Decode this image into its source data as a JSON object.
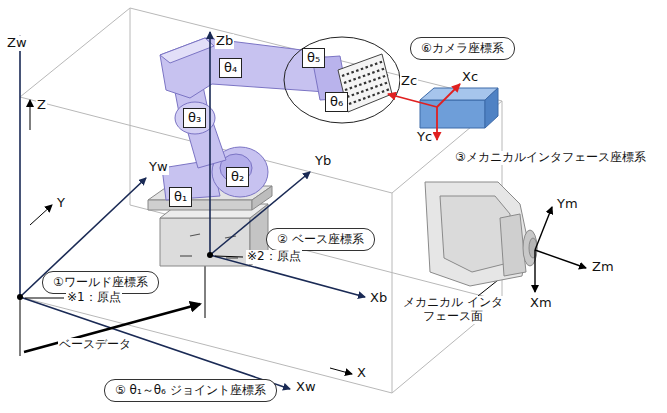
{
  "diagram": {
    "nodes": [
      {
        "text": [
          "⑥カメラ座標系"
        ]
      },
      {
        "text": [
          "θ₅"
        ]
      },
      {
        "text": [
          "θ₄"
        ]
      },
      {
        "text": [
          "θ₆"
        ]
      },
      {
        "text": [
          "θ₃"
        ]
      },
      {
        "text": [
          "θ₂"
        ]
      },
      {
        "text": [
          "θ₁"
        ]
      },
      {
        "text": [
          "② ベース座標系"
        ]
      },
      {
        "text": [
          "①ワールド座標系"
        ]
      },
      {
        "text": [
          "⑤ θ₁～θ₆ ジョイント座標系"
        ]
      }
    ],
    "labels": [
      "Zw",
      "Zb",
      "Zc",
      "Xc",
      "Z",
      "Yc",
      "③メカニカルインタフェース座標系",
      "Yb",
      "Yw",
      "Ym",
      "Y",
      "※2：原点",
      "Zm",
      "※1：原点",
      "Xm",
      "メカニカル インタフェース面",
      "Xb",
      "ベースデータ",
      "X",
      "Xw"
    ]
  }
}
